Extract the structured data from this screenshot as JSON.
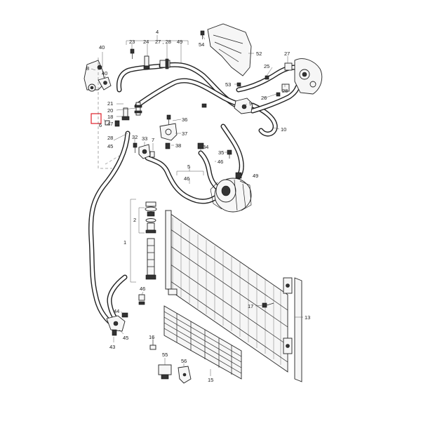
{
  "diagram": {
    "callouts": [
      {
        "id": "c4",
        "text": "4"
      },
      {
        "id": "c23",
        "text": "23"
      },
      {
        "id": "c24",
        "text": "24"
      },
      {
        "id": "c27_28",
        "text": "27 , 28"
      },
      {
        "id": "c49a",
        "text": "49"
      },
      {
        "id": "c54",
        "text": "54"
      },
      {
        "id": "c52",
        "text": "52"
      },
      {
        "id": "c40a",
        "text": "40"
      },
      {
        "id": "c8",
        "text": "8"
      },
      {
        "id": "c40b",
        "text": "40"
      },
      {
        "id": "c27",
        "text": "27"
      },
      {
        "id": "c25",
        "text": "25"
      },
      {
        "id": "c53",
        "text": "53"
      },
      {
        "id": "c9",
        "text": "9"
      },
      {
        "id": "c26",
        "text": "26"
      },
      {
        "id": "c28",
        "text": "28"
      },
      {
        "id": "c21",
        "text": "21"
      },
      {
        "id": "c20",
        "text": "20"
      },
      {
        "id": "c18",
        "text": "18"
      },
      {
        "id": "c47",
        "text": "47"
      },
      {
        "id": "c6",
        "text": "6"
      },
      {
        "id": "c28b",
        "text": "28"
      },
      {
        "id": "c45a",
        "text": "45"
      },
      {
        "id": "c36",
        "text": "36"
      },
      {
        "id": "c37",
        "text": "37"
      },
      {
        "id": "c32",
        "text": "32"
      },
      {
        "id": "c33",
        "text": "33"
      },
      {
        "id": "c7",
        "text": "7"
      },
      {
        "id": "c38",
        "text": "38"
      },
      {
        "id": "c34",
        "text": "34"
      },
      {
        "id": "c35",
        "text": "35"
      },
      {
        "id": "c46a",
        "text": "46"
      },
      {
        "id": "c10",
        "text": "10"
      },
      {
        "id": "c5",
        "text": "5"
      },
      {
        "id": "c46b",
        "text": "46"
      },
      {
        "id": "c49b",
        "text": "49"
      },
      {
        "id": "c2",
        "text": "2"
      },
      {
        "id": "c1",
        "text": "1"
      },
      {
        "id": "c46c",
        "text": "46"
      },
      {
        "id": "c17",
        "text": "17"
      },
      {
        "id": "c13",
        "text": "13"
      },
      {
        "id": "c44",
        "text": "44"
      },
      {
        "id": "c43",
        "text": "43"
      },
      {
        "id": "c45b",
        "text": "45"
      },
      {
        "id": "c16",
        "text": "16"
      },
      {
        "id": "c55",
        "text": "55"
      },
      {
        "id": "c56",
        "text": "56"
      },
      {
        "id": "c15",
        "text": "15"
      }
    ]
  },
  "highlight": {
    "color": "#e0202a"
  },
  "colors": {
    "line": "#222222",
    "background": "#ffffff"
  }
}
